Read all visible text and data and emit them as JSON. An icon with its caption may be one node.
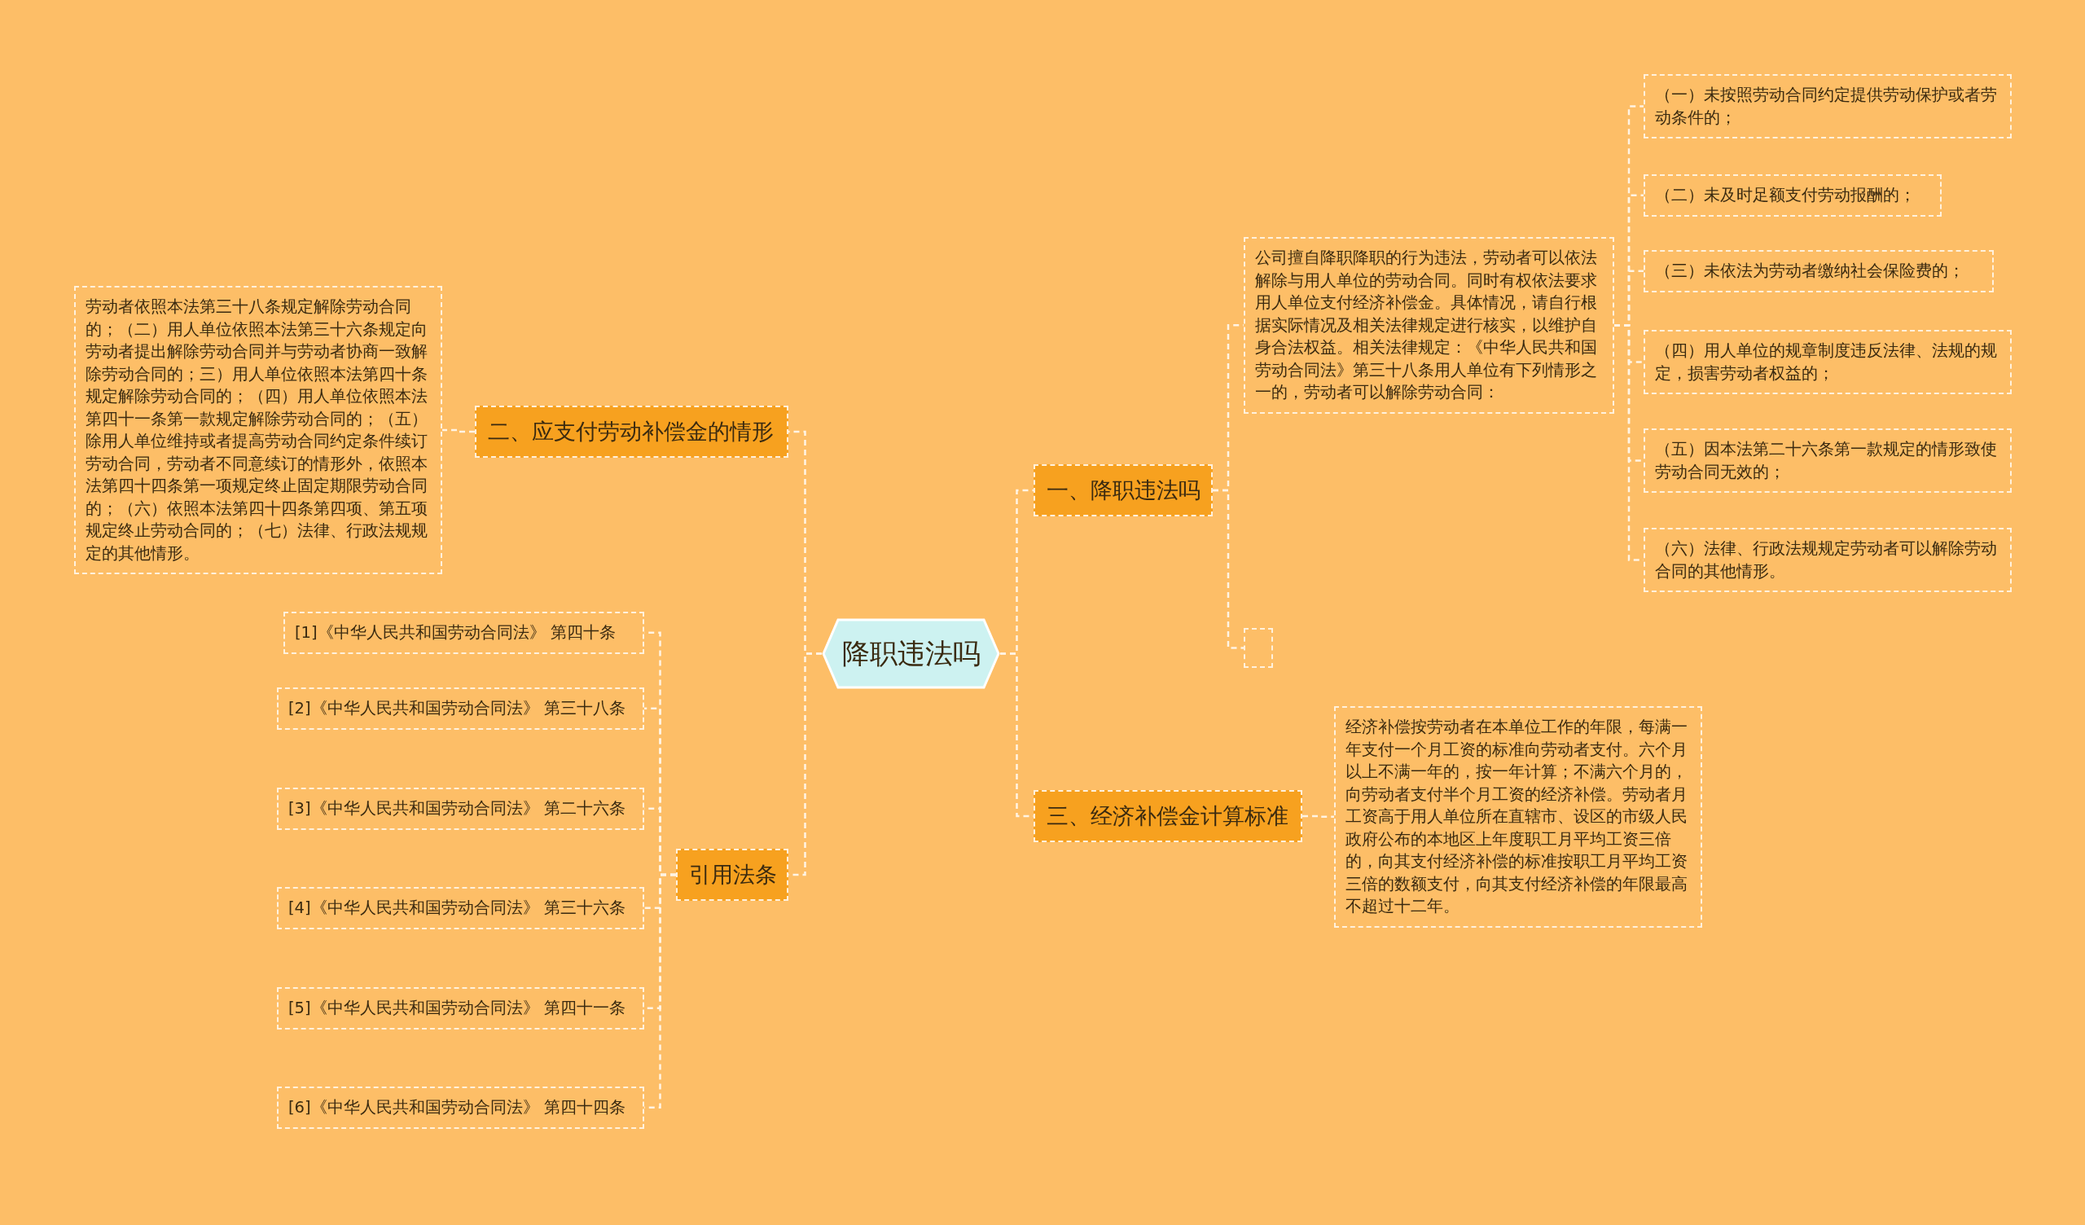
{
  "diagram": {
    "nodes": [
      {
        "text": [
          "降职违法吗"
        ]
      },
      {
        "text": [
          "一、降职违法吗"
        ]
      },
      {
        "text": [
          "三、经济补偿金计算标准"
        ]
      },
      {
        "text": [
          "二、应支付劳动补偿金的情形"
        ]
      },
      {
        "text": [
          "引用法条"
        ]
      },
      {
        "text": [
          "公司擅自降职降职的行为违法，劳动者可以依法解除与用人单位的劳动合同。同时有权依法要求用人单位支付经济补偿金。具体情况，请自行根据实际情况及相关法律规定进行核实，以维护自身合法权益。相关法律规定：《中华人民共和国劳动合同法》第三十八条用人单位有下列情形之一的，劳动者可以解除劳动合同："
        ]
      },
      {
        "text": [],
        "shape": "box"
      },
      {
        "text": [
          "（一）未按照劳动合同约定提供劳动保护或者劳动条件的；"
        ]
      },
      {
        "text": [
          "（二）未及时足额支付劳动报酬的；"
        ]
      },
      {
        "text": [
          "（三）未依法为劳动者缴纳社会保险费的；"
        ]
      },
      {
        "text": [
          "（四）用人单位的规章制度违反法律、法规的规定，损害劳动者权益的；"
        ]
      },
      {
        "text": [
          "（五）因本法第二十六条第一款规定的情形致使劳动合同无效的；"
        ]
      },
      {
        "text": [
          "（六）法律、行政法规规定劳动者可以解除劳动合同的其他情形。"
        ]
      },
      {
        "text": [
          "经济补偿按劳动者在本单位工作的年限，每满一年支付一个月工资的标准向劳动者支付。六个月以上不满一年的，按一年计算；不满六个月的，向劳动者支付半个月工资的经济补偿。劳动者月工资高于用人单位所在直辖市、设区的市级人民政府公布的本地区上年度职工月平均工资三倍的，向其支付经济补偿的标准按职工月平均工资三倍的数额支付，向其支付经济补偿的年限最高不超过十二年。"
        ]
      },
      {
        "text": [
          "劳动者依照本法第三十八条规定解除劳动合同的；（二）用人单位依照本法第三十六条规定向劳动者提出解除劳动合同并与劳动者协商一致解除劳动合同的；三）用人单位依照本法第四十条规定解除劳动合同的；（四）用人单位依照本法第四十一条第一款规定解除劳动合同的；（五）除用人单位维持或者提高劳动合同约定条件续订劳动合同，劳动者不同意续订的情形外，依照本法第四十四条第一项规定终止固定期限劳动合同的；（六）依照本法第四十四条第四项、第五项规定终止劳动合同的；（七）法律、行政法规规定的其他情形。"
        ]
      },
      {
        "text": [
          "[1]《中华人民共和国劳动合同法》 第四十条"
        ]
      },
      {
        "text": [
          "[2]《中华人民共和国劳动合同法》 第三十八条"
        ]
      },
      {
        "text": [
          "[3]《中华人民共和国劳动合同法》 第二十六条"
        ]
      },
      {
        "text": [
          "[4]《中华人民共和国劳动合同法》 第三十六条"
        ]
      },
      {
        "text": [
          "[5]《中华人民共和国劳动合同法》 第四十一条"
        ]
      },
      {
        "text": [
          "[6]《中华人民共和国劳动合同法》 第四十四条"
        ]
      }
    ],
    "edges": [
      {
        "from": 0,
        "to": 1,
        "arrow": "none"
      },
      {
        "from": 0,
        "to": 2,
        "arrow": "none"
      },
      {
        "from": 0,
        "to": 3,
        "arrow": "none"
      },
      {
        "from": 0,
        "to": 4,
        "arrow": "none"
      },
      {
        "from": 1,
        "to": 5,
        "arrow": "none"
      },
      {
        "from": 1,
        "to": 6,
        "arrow": "none"
      },
      {
        "from": 5,
        "to": 7,
        "arrow": "none"
      },
      {
        "from": 5,
        "to": 8,
        "arrow": "none"
      },
      {
        "from": 5,
        "to": 9,
        "arrow": "none"
      },
      {
        "from": 5,
        "to": 10,
        "arrow": "none"
      },
      {
        "from": 5,
        "to": 11,
        "arrow": "none"
      },
      {
        "from": 5,
        "to": 12,
        "arrow": "none"
      },
      {
        "from": 2,
        "to": 13,
        "arrow": "none"
      },
      {
        "from": 3,
        "to": 14,
        "arrow": "none"
      },
      {
        "from": 4,
        "to": 15,
        "arrow": "none"
      },
      {
        "from": 4,
        "to": 16,
        "arrow": "none"
      },
      {
        "from": 4,
        "to": 17,
        "arrow": "none"
      },
      {
        "from": 4,
        "to": 18,
        "arrow": "none"
      },
      {
        "from": 4,
        "to": 19,
        "arrow": "none"
      },
      {
        "from": 4,
        "to": 20,
        "arrow": "none"
      }
    ]
  }
}
